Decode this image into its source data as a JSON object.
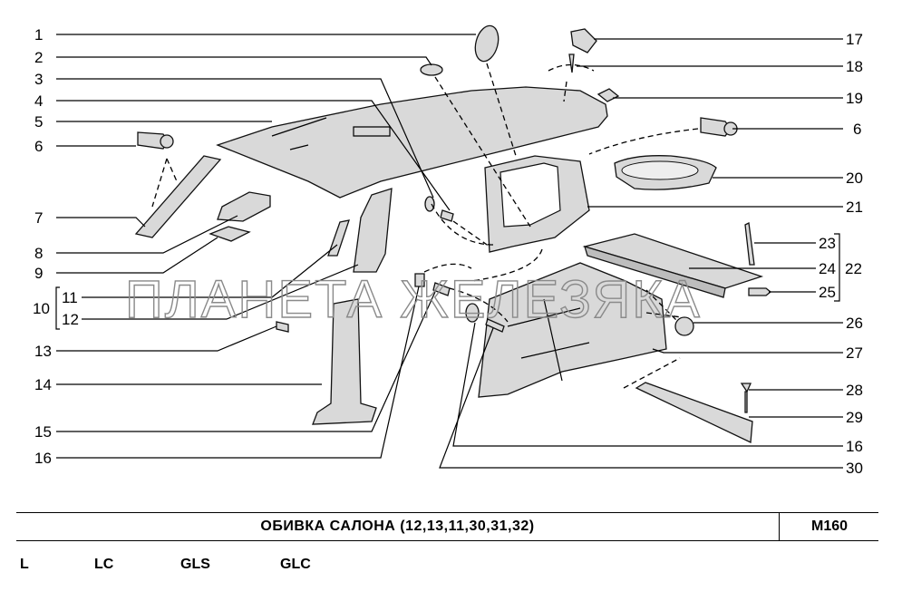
{
  "diagram": {
    "callouts_left": [
      "1",
      "2",
      "3",
      "4",
      "5",
      "6",
      "7",
      "8",
      "9",
      "11",
      "10",
      "12",
      "13",
      "14",
      "15",
      "16"
    ],
    "callouts_right": [
      "17",
      "18",
      "19",
      "6",
      "20",
      "21",
      "23",
      "22",
      "24",
      "25",
      "26",
      "27",
      "28",
      "29",
      "16",
      "30"
    ],
    "watermark": "ПЛАНЕТА ЖЕЛЕЗЯКА"
  },
  "footer": {
    "title": "ОБИВКА САЛОНА (12,13,11,30,31,32)",
    "code": "M160",
    "variants": [
      "L",
      "LC",
      "GLS",
      "GLC"
    ]
  }
}
